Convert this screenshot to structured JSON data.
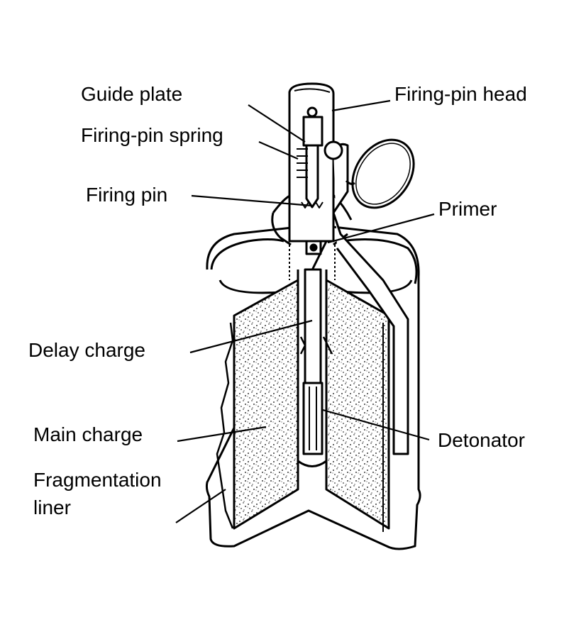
{
  "labels": {
    "guide_plate": "Guide plate",
    "firing_pin_head": "Firing-pin head",
    "firing_pin_spring": "Firing-pin spring",
    "firing_pin": "Firing pin",
    "primer": "Primer",
    "delay_charge": "Delay charge",
    "main_charge": "Main charge",
    "detonator": "Detonator",
    "fragmentation_liner_line1": "Fragmentation",
    "fragmentation_liner_line2": "liner"
  },
  "colors": {
    "ink": "#000000",
    "background": "#ffffff"
  }
}
